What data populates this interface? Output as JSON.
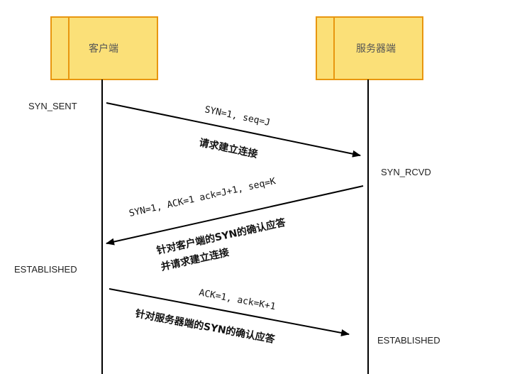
{
  "nodes": {
    "client": {
      "label": "客户端"
    },
    "server": {
      "label": "服务器端"
    }
  },
  "colors": {
    "box_fill": "#fbe078",
    "box_stroke": "#e8960f",
    "line": "#000000"
  },
  "states": {
    "client_syn_sent": "SYN_SENT",
    "server_syn_rcvd": "SYN_RCVD",
    "client_established": "ESTABLISHED",
    "server_established": "ESTABLISHED"
  },
  "messages": [
    {
      "direction": "client-to-server",
      "segment": "SYN=1, seq=J",
      "description": [
        "请求建立连接"
      ]
    },
    {
      "direction": "server-to-client",
      "segment": "SYN=1, ACK=1   ack=J+1, seq=K",
      "description": [
        "针对客户端的SYN的确认应答",
        "并请求建立连接"
      ]
    },
    {
      "direction": "client-to-server",
      "segment": "ACK=1, ack=K+1",
      "description": [
        "针对服务器端的SYN的确认应答"
      ]
    }
  ]
}
